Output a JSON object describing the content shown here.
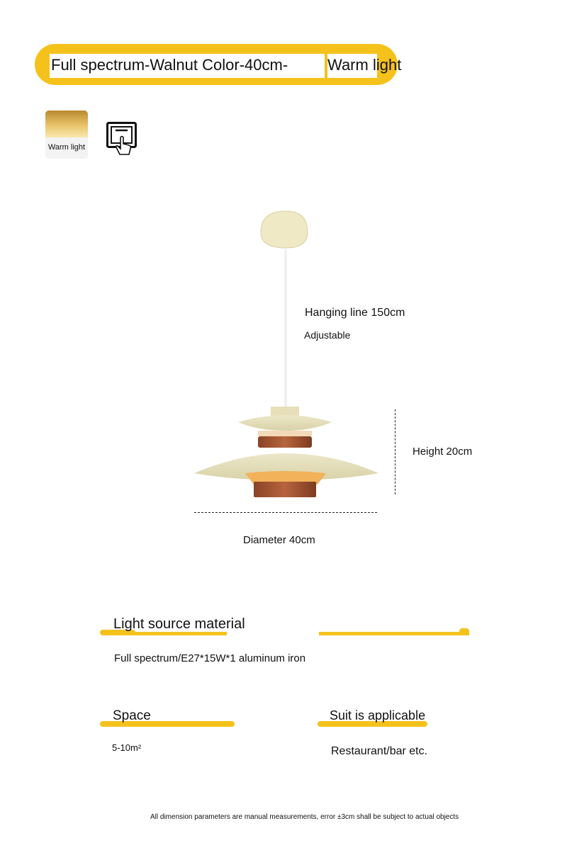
{
  "header": {
    "title_main": "Full spectrum-Walnut  Color-40cm-",
    "title_light": "Warm light",
    "accent_color": "#F5C21B"
  },
  "options": {
    "swatch_label": "Warm light",
    "switch_icon": "touch-switch-icon"
  },
  "dimensions": {
    "hanging": "Hanging line 150cm",
    "adjustable": "Adjustable",
    "height": "Height 20cm",
    "diameter": "Diameter 40cm"
  },
  "specs": {
    "light_source": {
      "heading": "Light source material",
      "value": "Full spectrum/E27*15W*1 aluminum   iron"
    },
    "space": {
      "heading": "Space",
      "value": "5-10m²"
    },
    "suit": {
      "heading": "Suit is applicable",
      "value": "Restaurant/bar etc."
    }
  },
  "footer": {
    "note": "All dimension parameters are manual measurements, error ±3cm shall be subject to actual objects"
  }
}
